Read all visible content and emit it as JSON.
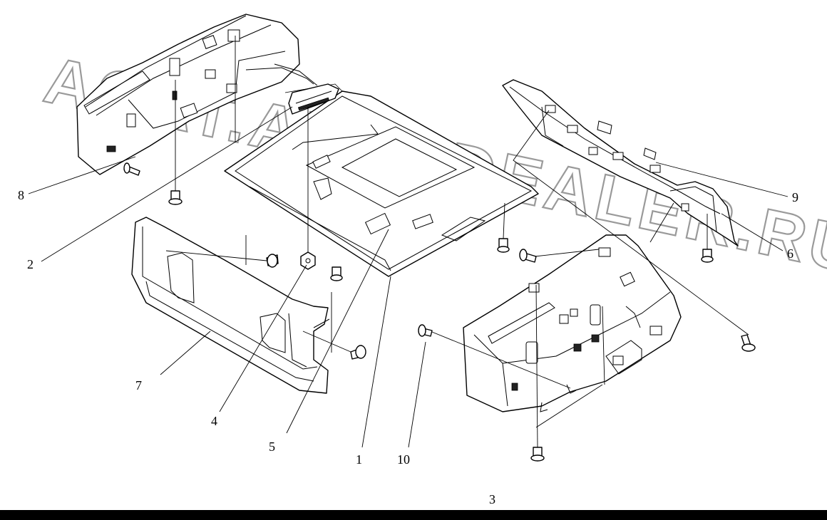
{
  "diagram": {
    "watermark": "ACAT.AUTODEALER.RU",
    "callouts": [
      "1",
      "2",
      "3",
      "4",
      "5",
      "6",
      "7",
      "8",
      "9",
      "10"
    ]
  },
  "colors": {
    "line": "#000000",
    "watermark": "#9a9a9a",
    "background": "#ffffff"
  }
}
